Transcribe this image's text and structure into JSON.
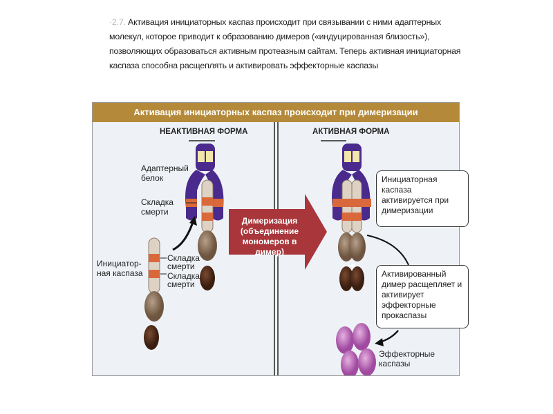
{
  "caption": {
    "number": "·2.7.",
    "text": "Активация инициаторных каспаз происходит при связывании с ними адаптерных молекул, которое приводит к образованию димеров («индуцированная близость»), позволяющих образоваться активным протеазным сайтам. Теперь активная инициаторная каспаза способна расщеплять и активировать эффекторные каспазы"
  },
  "figure": {
    "title": "Активация инициаторных каспаз происходит при димеризации",
    "inactive": {
      "heading": "НЕАКТИВНАЯ ФОРМА",
      "adapter_label": "Адаптерный белок",
      "death_fold_label": "Складка смерти",
      "initiator_label": "Инициатор-ная каспаза",
      "death_fold_1": "Складка смерти",
      "death_fold_2": "Складка смерти"
    },
    "arrow_label": "Димеризация (объединение мономеров в димер)",
    "active": {
      "heading": "АКТИВНАЯ ФОРМА",
      "callout_1": "Инициаторная каспаза активируется при димеризации",
      "callout_2": "Активированный димер расщепляет и активирует эффекторные прокаспазы",
      "effector_label": "Эффекторные каспазы"
    },
    "colors": {
      "header": "#b48a3a",
      "adapter": "#4a2a8c",
      "arrow": "#a8363a",
      "fold": "#d9683a",
      "effector": "#c07cc0"
    }
  }
}
